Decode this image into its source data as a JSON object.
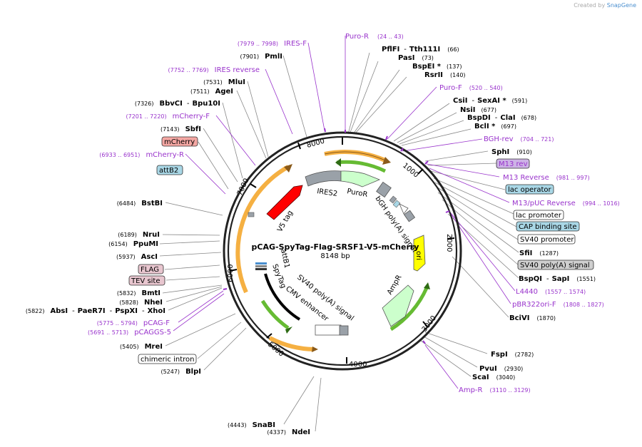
{
  "credit": {
    "prefix": "Created by",
    "brand": "SnapGene"
  },
  "plasmid": {
    "name": "pCAG-SpyTag-Flag-SRSF1-V5-mCherry",
    "length": "8148 bp"
  },
  "ticks": [
    "1000",
    "2000",
    "3000",
    "4000",
    "5000",
    "6000",
    "7000",
    "8000"
  ],
  "features": [
    "IRES2",
    "PuroR",
    "bGH poly(A) signal",
    "ori",
    "AmpR",
    "SV40 poly(A) signal",
    "CMV enhancer",
    "SpyTag",
    "attB1",
    "V5 tag"
  ],
  "labels": {
    "puro_r": {
      "name": "Puro-R",
      "pos": "(24 .. 43)"
    },
    "pflfi": {
      "name": "PflFI",
      "sep": "-",
      "name2": "Tth111I",
      "pos": "(66)"
    },
    "pasi": {
      "name": "PasI",
      "pos": "(73)"
    },
    "bspei": {
      "name": "BspEI *",
      "pos": "(137)"
    },
    "rsrii": {
      "name": "RsrII",
      "pos": "(140)"
    },
    "puro_f": {
      "name": "Puro-F",
      "pos": "(520 .. 540)"
    },
    "csii": {
      "name": "CsiI",
      "sep": "-",
      "name2": "SexAI *",
      "pos": "(591)"
    },
    "nsii": {
      "name": "NsiI",
      "pos": "(677)"
    },
    "bspdi": {
      "name": "BspDI",
      "sep": "-",
      "name2": "ClaI",
      "pos": "(678)"
    },
    "bcli": {
      "name": "BclI *",
      "pos": "(697)"
    },
    "bgh_rev": {
      "name": "BGH-rev",
      "pos": "(704 .. 721)"
    },
    "sphi": {
      "name": "SphI",
      "pos": "(910)"
    },
    "m13_rev": {
      "name": "M13 rev"
    },
    "m13_reverse": {
      "name": "M13 Reverse",
      "pos": "(981 .. 997)"
    },
    "lac_operator": {
      "name": "lac operator"
    },
    "m13_puc_reverse": {
      "name": "M13/pUC Reverse",
      "pos": "(994 .. 1016)"
    },
    "lac_promoter": {
      "name": "lac promoter"
    },
    "cap_site": {
      "name": "CAP binding site"
    },
    "sv40_promoter": {
      "name": "SV40 promoter"
    },
    "sfii": {
      "name": "SfiI",
      "pos": "(1287)"
    },
    "sv40_polya": {
      "name": "SV40 poly(A) signal"
    },
    "bspqi": {
      "name": "BspQI",
      "sep": "-",
      "name2": "SapI",
      "pos": "(1551)"
    },
    "l4440": {
      "name": "L4440",
      "pos": "(1557 .. 1574)"
    },
    "pbr322ori_f": {
      "name": "pBR322ori-F",
      "pos": "(1808 .. 1827)"
    },
    "bcivi": {
      "name": "BciVI",
      "pos": "(1870)"
    },
    "fspi": {
      "name": "FspI",
      "pos": "(2782)"
    },
    "pvui": {
      "name": "PvuI",
      "pos": "(2930)"
    },
    "scai": {
      "name": "ScaI",
      "pos": "(3040)"
    },
    "amp_r": {
      "name": "Amp-R",
      "pos": "(3110 .. 3129)"
    },
    "ires_f": {
      "pos": "(7979 .. 7998)",
      "name": "IRES-F"
    },
    "pmli": {
      "pos": "(7901)",
      "name": "PmlI"
    },
    "ires_reverse": {
      "pos": "(7752 .. 7769)",
      "name": "IRES reverse"
    },
    "mlui": {
      "pos": "(7531)",
      "name": "MluI"
    },
    "agei": {
      "pos": "(7511)",
      "name": "AgeI"
    },
    "bbvci": {
      "pos": "(7326)",
      "name": "BbvCI",
      "sep": "-",
      "name2": "Bpu10I"
    },
    "mcherry_f": {
      "pos": "(7201 .. 7220)",
      "name": "mCherry-F"
    },
    "sbfi": {
      "pos": "(7143)",
      "name": "SbfI"
    },
    "mcherry_box": {
      "name": "mCherry"
    },
    "mcherry_r": {
      "pos": "(6933 .. 6951)",
      "name": "mCherry-R"
    },
    "attb2": {
      "name": "attB2"
    },
    "bstbi": {
      "pos": "(6484)",
      "name": "BstBI"
    },
    "nrui": {
      "pos": "(6189)",
      "name": "NruI"
    },
    "ppumi": {
      "pos": "(6154)",
      "name": "PpuMI"
    },
    "asci": {
      "pos": "(5937)",
      "name": "AscI"
    },
    "flag": {
      "name": "FLAG"
    },
    "tev": {
      "name": "TEV site"
    },
    "bmti": {
      "pos": "(5832)",
      "name": "BmtI"
    },
    "nhei": {
      "pos": "(5828)",
      "name": "NheI"
    },
    "absi": {
      "pos": "(5822)",
      "name": "AbsI",
      "sep": "-",
      "name2": "PaeR7I",
      "sep2": "-",
      "name3": "PspXI",
      "sep3": "-",
      "name4": "XhoI"
    },
    "pcag_f": {
      "pos": "(5775 .. 5794)",
      "name": "pCAG-F"
    },
    "pcaggs_5": {
      "pos": "(5691 .. 5713)",
      "name": "pCAGGS-5"
    },
    "mrei": {
      "pos": "(5405)",
      "name": "MreI"
    },
    "chimeric_intron": {
      "name": "chimeric intron"
    },
    "blpi": {
      "pos": "(5247)",
      "name": "BlpI"
    },
    "snabi": {
      "pos": "(4443)",
      "name": "SnaBI"
    },
    "ndei": {
      "pos": "(4337)",
      "name": "NdeI"
    }
  },
  "colors": {
    "enzyme": "#000000",
    "primer": "#9933cc",
    "leader": "#888888",
    "ires2": "#9aa1a8",
    "puror": "#ccffcc",
    "ampr": "#ccffcc",
    "ori": "#ffff00",
    "v5": "#ff0000",
    "orange_arc": "#f5b042",
    "green_arc": "#66bb33",
    "box_red": "#f4a7a3",
    "box_blue": "#a9d7e6",
    "box_pink": "#e8c6cf",
    "box_purple": "#cdb3e6",
    "box_gray": "#cfcfcf"
  }
}
